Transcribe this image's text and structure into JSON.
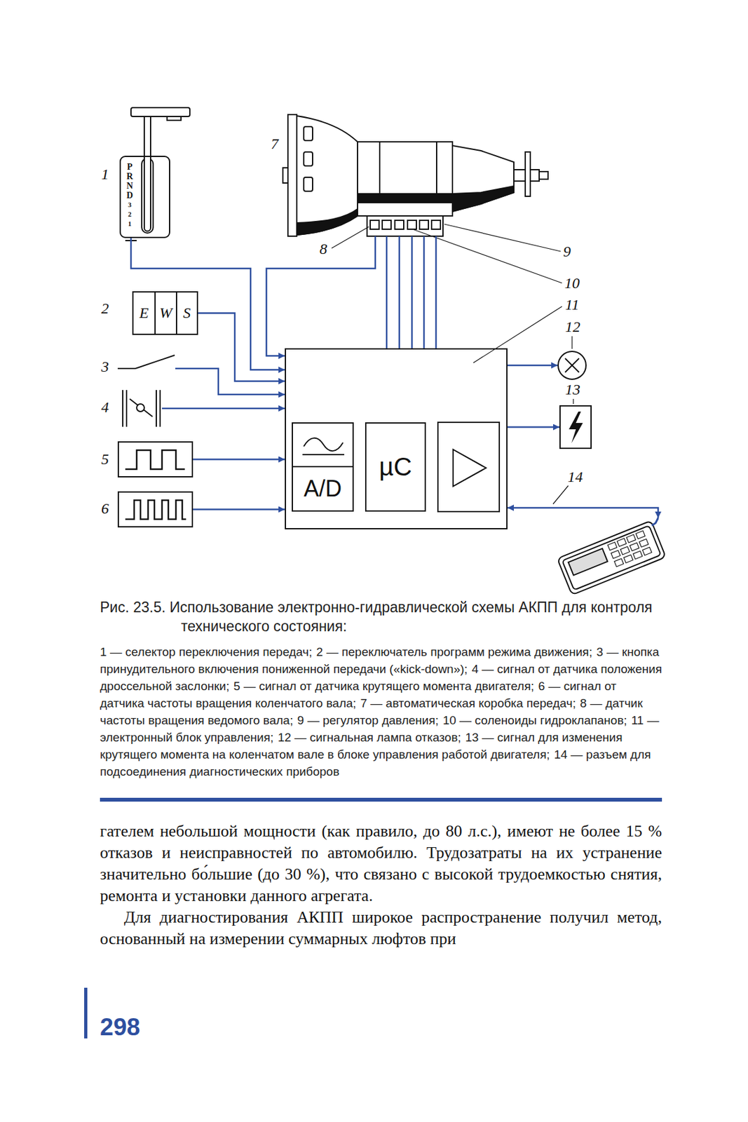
{
  "diagram": {
    "caption": "Рис. 23.5. Использование электронно-гидравлической схемы АКПП для контроля технического состояния:",
    "nodes": [
      {
        "text": [
          "1",
          "P",
          "R",
          "N",
          "D",
          "3",
          "2",
          "1"
        ]
      },
      {
        "text": [
          "2",
          "E",
          "W",
          "S"
        ]
      },
      {
        "text": [
          "3"
        ]
      },
      {
        "text": [
          "4"
        ]
      },
      {
        "text": [
          "5"
        ]
      },
      {
        "text": [
          "6"
        ]
      },
      {
        "text": [
          "7"
        ]
      },
      {
        "text": [
          "11"
        ]
      },
      {
        "text": [
          "A/D"
        ],
        "in": 7
      },
      {
        "text": [
          "µC"
        ],
        "in": 7
      },
      {
        "text": [
          "12"
        ]
      },
      {
        "text": [
          "13"
        ]
      },
      {
        "text": [
          "14"
        ]
      }
    ],
    "edges": [
      {
        "from": 0,
        "to": 7,
        "arrow": "to"
      },
      {
        "from": 1,
        "to": 7,
        "arrow": "to"
      },
      {
        "from": 2,
        "to": 7,
        "arrow": "to"
      },
      {
        "from": 3,
        "to": 7,
        "arrow": "to"
      },
      {
        "from": 4,
        "to": 7,
        "arrow": "to"
      },
      {
        "from": 5,
        "to": 7,
        "arrow": "to"
      },
      {
        "from": 6,
        "to": 7,
        "arrow": "to"
      },
      {
        "from": 6,
        "to": 7,
        "arrow": "none"
      },
      {
        "from": 6,
        "to": 7,
        "arrow": "none"
      },
      {
        "from": 6,
        "to": 7,
        "arrow": "none"
      },
      {
        "from": 6,
        "to": 7,
        "arrow": "none"
      },
      {
        "from": 6,
        "to": 7,
        "arrow": "none"
      },
      {
        "from": 7,
        "to": 10,
        "arrow": "to"
      },
      {
        "from": 7,
        "to": 11,
        "arrow": "to"
      },
      {
        "from": 7,
        "to": 12,
        "arrow": "both"
      }
    ],
    "labels": [
      "8",
      "9",
      "10",
      "1 — селектор переключения передач;",
      "2 — переключатель программ режима движения;",
      "3 — кнопка принудительного включения пониженной передачи («kick-down»);",
      "4 — сигнал от датчика положения дроссельной заслонки;",
      "5 — сигнал от датчика крутящего момента двигателя;",
      "6 — сигнал от датчика частоты вращения коленчатого вала;",
      "7 — автоматическая коробка передач;",
      "8 — датчик частоты вращения ведомого вала;",
      "9 — регулятор давления;",
      "10 — соленоиды гидроклапанов;",
      "11 — электронный блок управления;",
      "12 — сигнальная лампа отказов;",
      "13 — сигнал для изменения крутящего момента на коленчатом вале в блоке управления работой двигателя;",
      "14 — разъем для подсоединения диагностических приборов",
      "гателем небольшой мощности (как правило, до 80 л.с.), имеют не более 15 % отказов и неисправностей по автомобилю. Трудозатраты на их устранение значительно бо́льшие (до 30 %), что связано с высокой трудоемкостью снятия, ремонта и установки данного агрегата.",
      "Для диагностирования АКПП широкое распространение получил метод, основанный на измерении суммарных люфтов при",
      "298"
    ]
  }
}
